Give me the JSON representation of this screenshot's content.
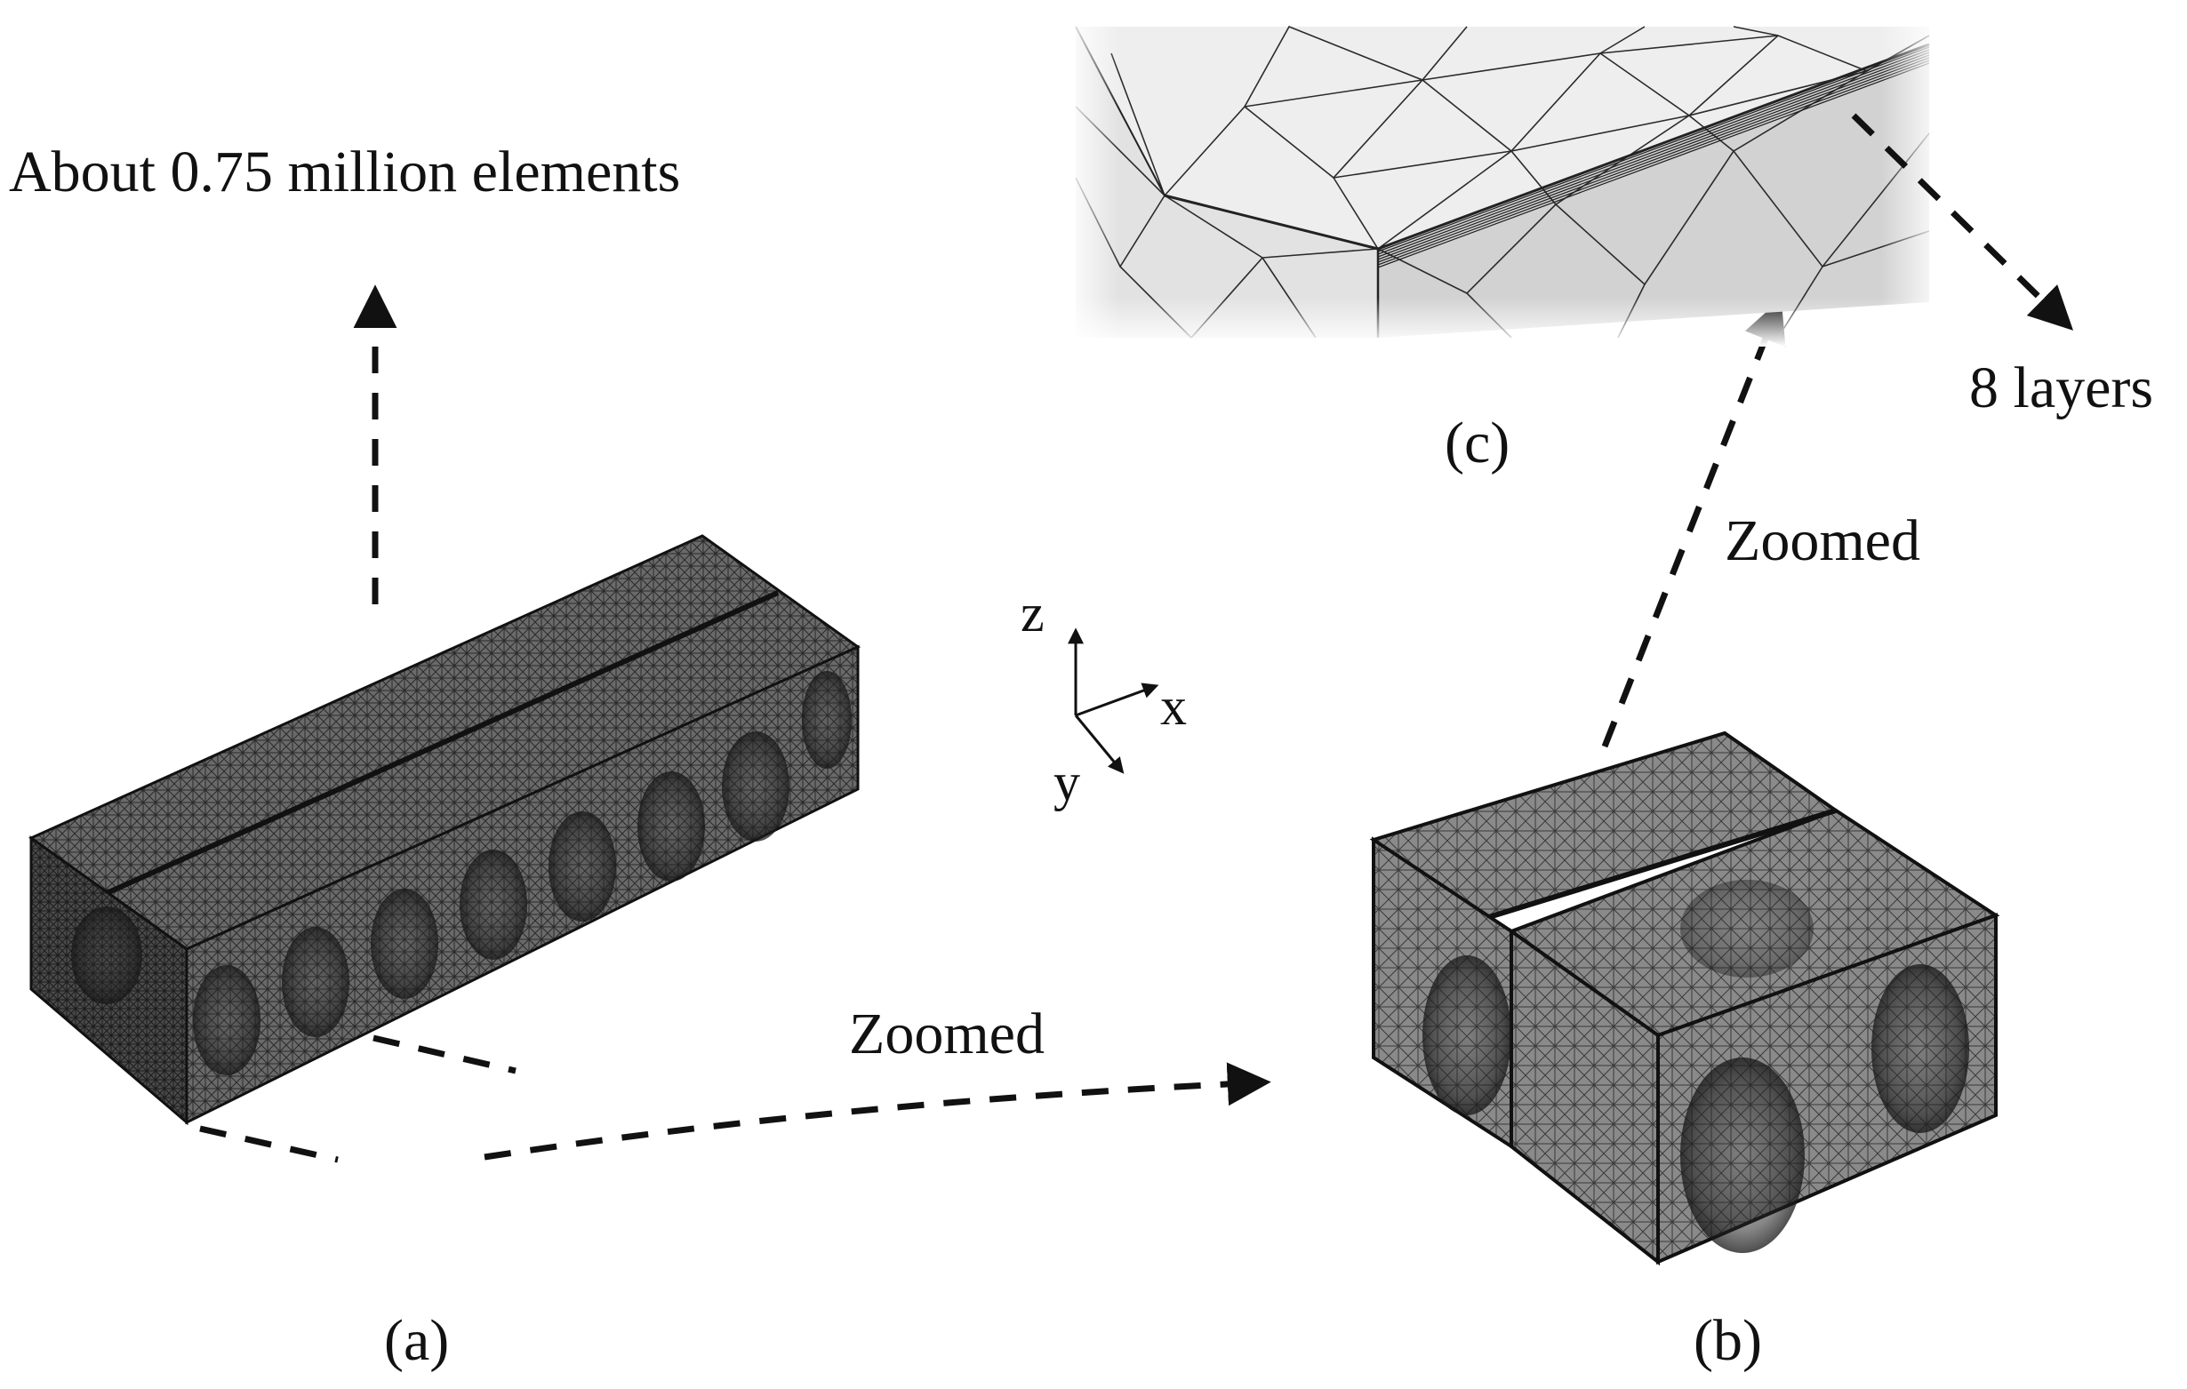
{
  "annotations": {
    "element_count": "About 0.75 million elements",
    "layers": "8 layers",
    "zoomed_bottom": "Zoomed",
    "zoomed_right": "Zoomed"
  },
  "panels": {
    "a": "(a)",
    "b": "(b)",
    "c": "(c)"
  },
  "axes": {
    "x": "x",
    "y": "y",
    "z": "z"
  },
  "colors": {
    "mesh_dark": "#3a3a3a",
    "mesh_mid": "#6b6b6b",
    "mesh_light": "#e6e6e6",
    "text": "#111111"
  }
}
